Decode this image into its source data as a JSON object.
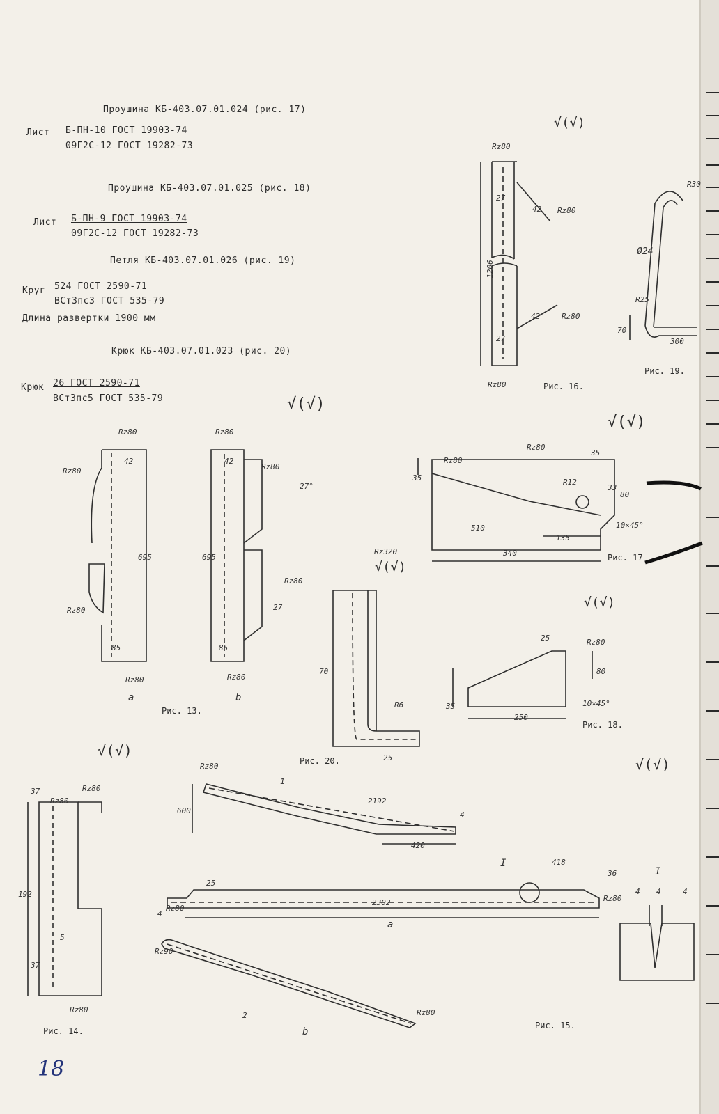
{
  "colors": {
    "paper": "#f3f0e9",
    "ink": "#2b2b2b",
    "pen": "#24347a"
  },
  "specs": {
    "s17": {
      "title": "Проушина КБ-403.07.01.024 (рис. 17)",
      "label": "Лист",
      "line1": "Б-ПН-10 ГОСТ 19903-74",
      "line2": "09Г2С-12 ГОСТ 19282-73"
    },
    "s18": {
      "title": "Проушина КБ-403.07.01.025 (рис. 18)",
      "label": "Лист",
      "line1": "Б-ПН-9 ГОСТ 19903-74",
      "line2": "09Г2С-12 ГОСТ 19282-73"
    },
    "s19": {
      "title": "Петля КБ-403.07.01.026 (рис. 19)",
      "label": "Круг",
      "line1": "524 ГОСТ 2590-71",
      "line2": "ВСт3пс3 ГОСТ 535-79",
      "line3": "Длина развертки 1900 мм"
    },
    "s20": {
      "title": "Крюк КБ-403.07.01.023 (рис. 20)",
      "label": "Крюк",
      "line1": "26 ГОСТ 2590-71",
      "line2": "ВСт3пс5 ГОСТ 535-79"
    }
  },
  "roughness": {
    "main": "√(√)",
    "rz80": "Rz80",
    "rz320": "Rz320",
    "rz90": "Rz90"
  },
  "captions": {
    "fig13": "Рис. 13.",
    "fig14": "Рис. 14.",
    "fig15": "Рис. 15.",
    "fig16": "Рис. 16.",
    "fig17": "Рис. 17",
    "fig18": "Рис. 18.",
    "fig19": "Рис. 19.",
    "fig20": "Рис. 20.",
    "sub_a": "a",
    "sub_b": "b",
    "detail": "I"
  },
  "dims": {
    "f16": {
      "len": "1206",
      "top": "27",
      "bot": "27",
      "ang1": "42",
      "ang2": "42"
    },
    "f19": {
      "dia": "Ø24",
      "r": "R25",
      "h": "70",
      "w": "300",
      "r30": "R30"
    },
    "f17": {
      "h35": "35",
      "w35": "35",
      "d33": "33",
      "d80": "80",
      "d510": "510",
      "d135": "135",
      "d340": "340",
      "ch": "10×45°",
      "r": "R12"
    },
    "f18": {
      "d25": "25",
      "d80": "80",
      "d35": "35",
      "d250": "250",
      "ch": "10×45°"
    },
    "f13": {
      "a42": "42",
      "a695": "695",
      "a85": "85",
      "b42": "42",
      "b695": "695",
      "b85": "85",
      "ang": "27°",
      "ang2": "27"
    },
    "f20": {
      "h": "70",
      "w": "25",
      "r": "R6"
    },
    "f14": {
      "top": "37",
      "mid": "5",
      "bot": "37",
      "len": "192"
    },
    "f15": {
      "h600": "600",
      "d2192": "2192",
      "d420": "420",
      "d4": "4",
      "d25": "25",
      "d2302": "2302",
      "d418": "418",
      "d36": "36",
      "d4b": "4",
      "p1": "1",
      "p2": "2",
      "i4a": "4",
      "i4b": "4",
      "i4c": "4"
    }
  },
  "handwritten": "18"
}
